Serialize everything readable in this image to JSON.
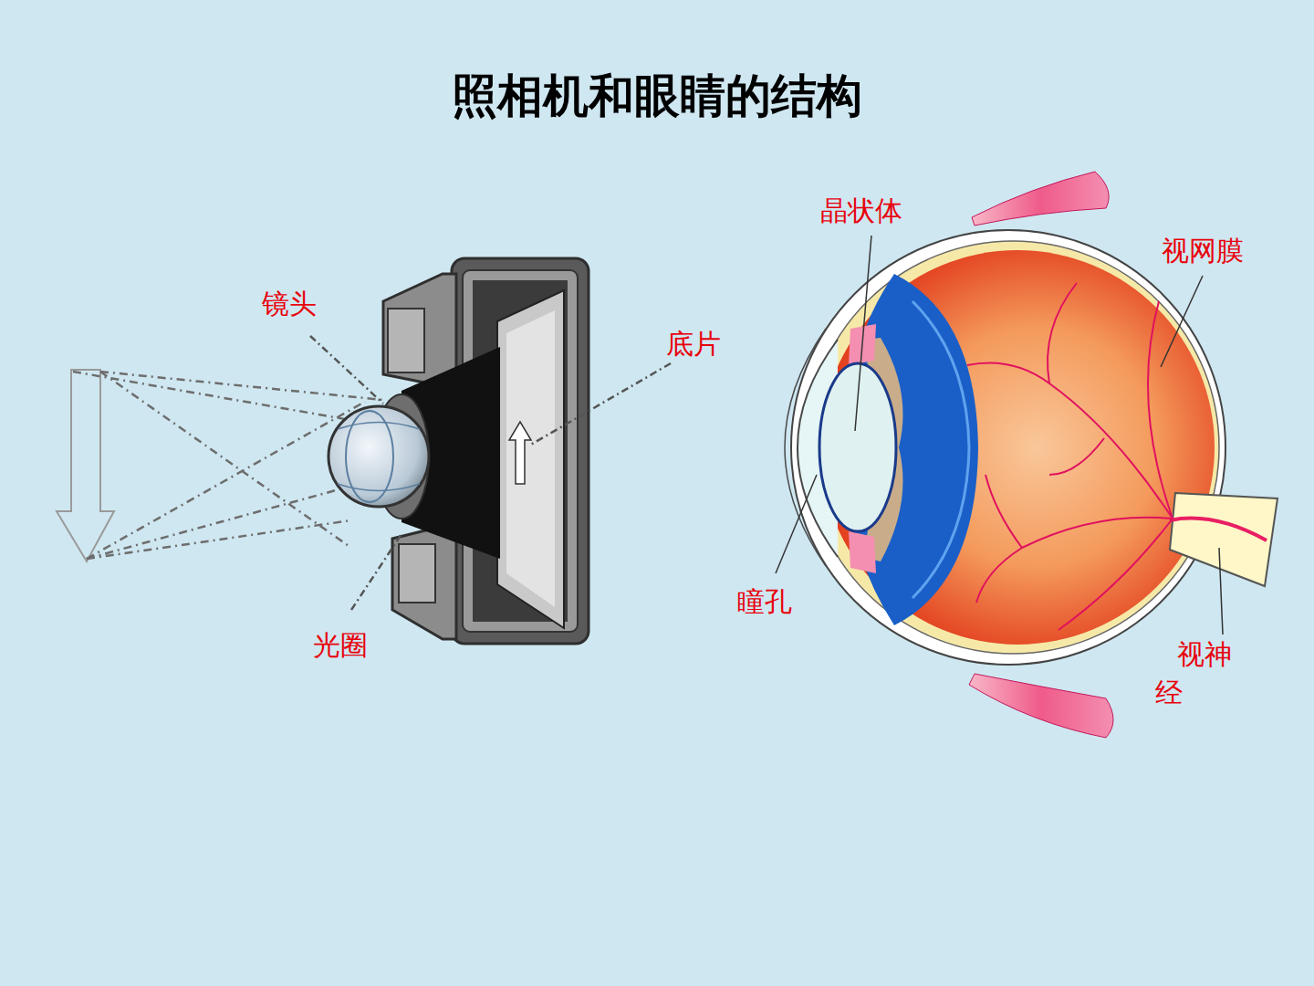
{
  "diagram": {
    "title": "照相机和眼睛的结构",
    "labels": [
      "镜头",
      "底片",
      "光圈",
      "晶状体",
      "视网膜",
      "瞳孔",
      "视神经"
    ]
  }
}
